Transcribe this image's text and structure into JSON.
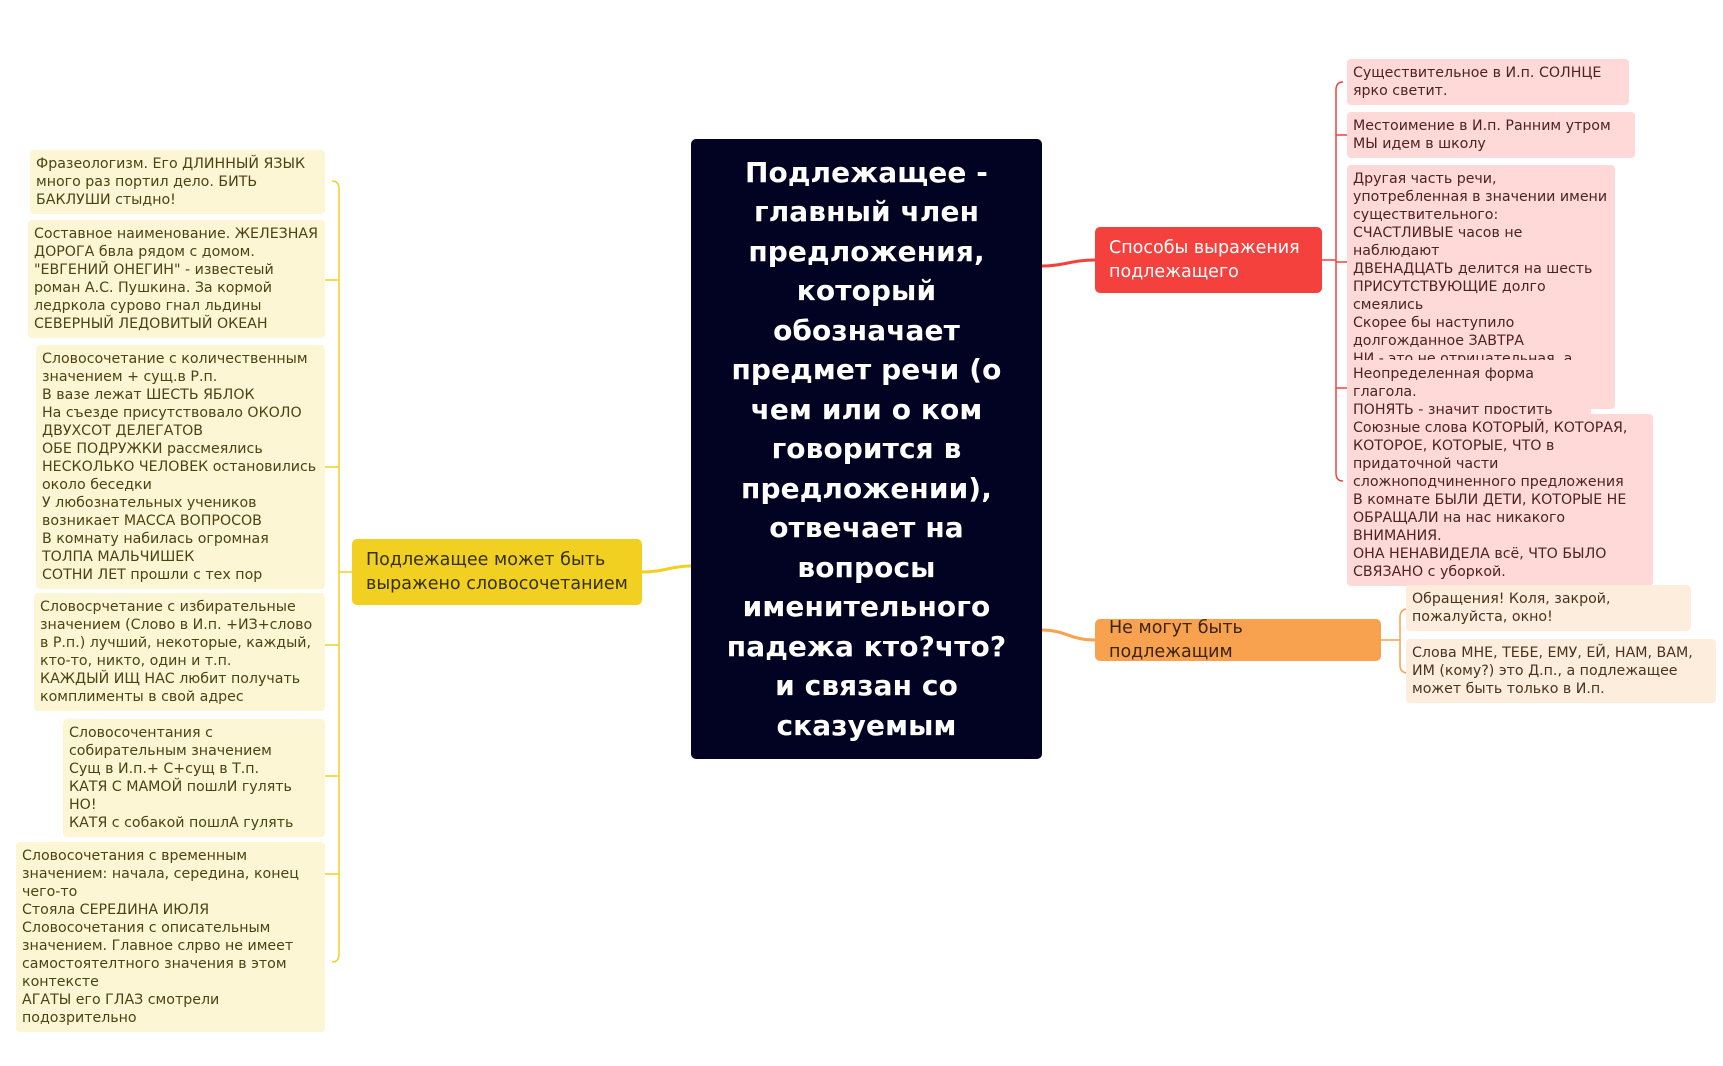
{
  "root": {
    "text": "Подлежащее - главный член предложения, который обозначает предмет речи (о чем или о ком говорится в предложении), отвечает на вопросы именительного падежа кто?что? и связан со сказуемым"
  },
  "branches": {
    "red": {
      "title": "Способы выражения подлежащего",
      "color": "#f4413d",
      "items": [
        "Существительное в И.п. СОЛНЦЕ ярко светит.",
        "Местоимение в И.п. Ранним утром МЫ идем в школу",
        "Другая часть речи, употребленная в значении имени существительного:\nСЧАСТЛИВЫЕ часов не наблюдают\nДВЕНАДЦАТЬ делится на шесть\nПРИСУТСТВУЮЩИЕ долго смеялись\nСкорее бы наступило долгожданное ЗАВТРА\nНИ - это не отрицательная, а усилительная частица\nЕё АХ! прозвучало совсем тихо",
        "Неопределенная форма глагола.\nПОНЯТЬ - значит простить",
        "Союзные слова КОТОРЫЙ, КОТОРАЯ, КОТОРОЕ, КОТОРЫЕ, ЧТО в придаточной части сложноподчиненного предложения\nВ комнате БЫЛИ ДЕТИ, КОТОРЫЕ НЕ ОБРАЩАЛИ на нас никакого ВНИМАНИЯ.\nОНА НЕНАВИДЕЛА всё, ЧТО БЫЛО СВЯЗАНО  с уборкой."
      ]
    },
    "orange": {
      "title": "Не могут быть подлежащим",
      "color": "#f8a24f",
      "items": [
        "Обращения! Коля, закрой, пожалуйста, окно!",
        "Слова МНЕ, ТЕБЕ, ЕМУ, ЕЙ, НАМ, ВАМ, ИМ (кому?) это Д.п., а подлежащее может быть только в И.п."
      ]
    },
    "yellow": {
      "title": "Подлежащее может быть выражено словосочетанием",
      "color": "#f1d022",
      "items": [
        "Фразеологизм. Его ДЛИННЫЙ ЯЗЫК много раз портил дело. БИТЬ БАКЛУШИ стыдно!",
        "Составное наименование. ЖЕЛЕЗНАЯ ДОРОГА бвла рядом с домом. \"ЕВГЕНИЙ ОНЕГИН\" - известеый роман А.С. Пушкина. За кормой ледркола сурово гнал льдины СЕВЕРНЫЙ ЛЕДОВИТЫЙ ОКЕАН",
        "Словосочетание с количественным значением + сущ.в Р.п.\nВ вазе лежат ШЕСТЬ ЯБЛОК\nНа съезде присутствовало ОКОЛО ДВУХСОТ ДЕЛЕГАТОВ\nОБЕ ПОДРУЖКИ рассмеялись\nНЕСКОЛЬКО ЧЕЛОВЕК остановились около беседки\nУ любознательных учеников возникает МАССА ВОПРОСОВ\nВ комнату набилась огромная ТОЛПА МАЛЬЧИШЕК\nСОТНИ ЛЕТ прошли с тех пор",
        "Словосрчетание с избирательные значением (Слово в И.п. +ИЗ+слово в Р.п.) лучший, некоторые, каждый, кто-то, никто, один и т.п.\nКАЖДЫЙ ИЩ НАС любит получать комплименты в свой адрес",
        "Словосочентания с собирательным значением\nСущ в И.п.+ С+сущ в Т.п.\nКАТЯ С МАМОЙ пошлИ гулять\nНО!\nКАТЯ с собакой пошлА гулять",
        "Словосочетания с временным значением: начала, середина, конец чего-то\nСтояла СЕРЕДИНА ИЮЛЯ",
        "Словосочетания с описательным значением. Главное слрво не имеет самостоятелтного значения в этом контексте\nАГАТЫ его ГЛАЗ смотрели подозрительно"
      ]
    }
  }
}
